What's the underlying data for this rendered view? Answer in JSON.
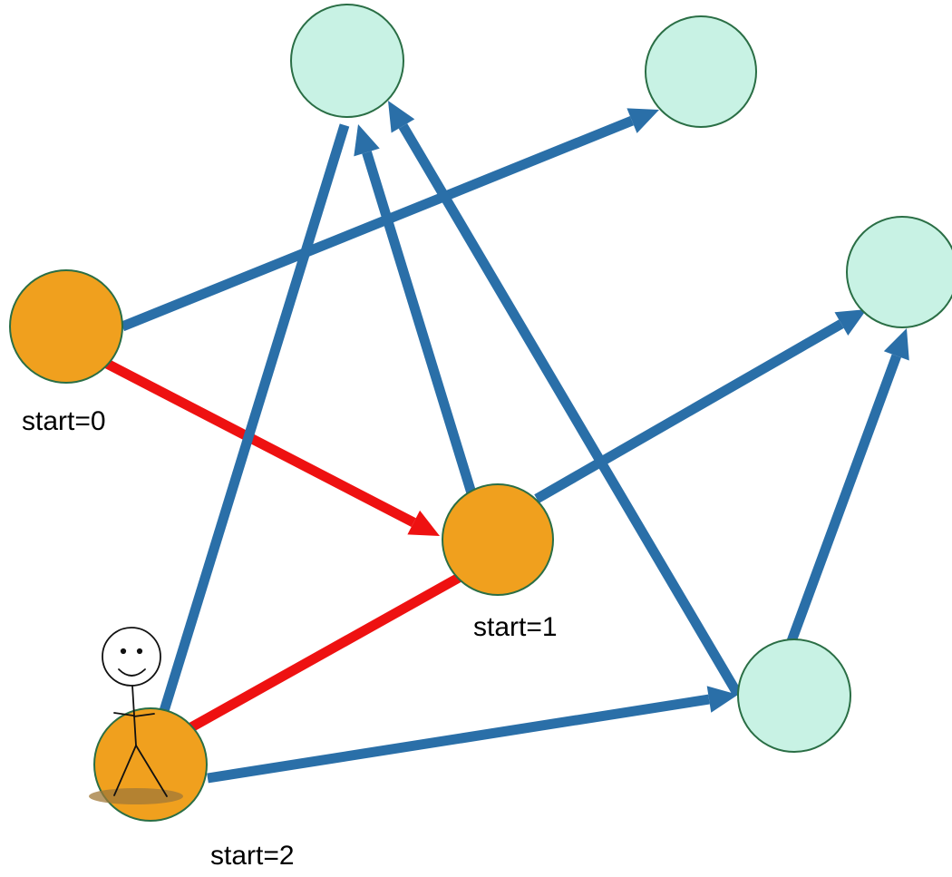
{
  "colors": {
    "visited_node": "#f0a01e",
    "unvisited_node": "#c8f2e4",
    "node_stroke": "#2a6e45",
    "edge_blue": "#2a6fa8",
    "edge_red": "#ee1111",
    "stickman": "#111111",
    "ground_shadow": "#a07838"
  },
  "nodes": [
    {
      "id": "node-start-0",
      "state": "visited",
      "label": "start=0"
    },
    {
      "id": "node-start-1",
      "state": "visited",
      "label": "start=1"
    },
    {
      "id": "node-start-2",
      "state": "visited",
      "label": "start=2"
    },
    {
      "id": "node-top-center",
      "state": "unvisited",
      "label": ""
    },
    {
      "id": "node-top-right",
      "state": "unvisited",
      "label": ""
    },
    {
      "id": "node-mid-right",
      "state": "unvisited",
      "label": ""
    },
    {
      "id": "node-bottom-right",
      "state": "unvisited",
      "label": ""
    }
  ],
  "edges": [
    {
      "id": "edge-0-to-top-right",
      "from": "node-start-0",
      "to": "node-top-right",
      "color": "blue"
    },
    {
      "id": "edge-0-to-1",
      "from": "node-start-0",
      "to": "node-start-1",
      "color": "red"
    },
    {
      "id": "edge-1-to-top-center",
      "from": "node-start-1",
      "to": "node-top-center",
      "color": "blue"
    },
    {
      "id": "edge-1-to-mid-right",
      "from": "node-start-1",
      "to": "node-mid-right",
      "color": "blue"
    },
    {
      "id": "edge-1-to-2",
      "from": "node-start-1",
      "to": "node-start-2",
      "color": "red"
    },
    {
      "id": "edge-top-center-to-2",
      "from": "node-top-center",
      "to": "node-start-2",
      "color": "blue"
    },
    {
      "id": "edge-2-to-bottom-right",
      "from": "node-start-2",
      "to": "node-bottom-right",
      "color": "blue"
    },
    {
      "id": "edge-bottom-right-to-top-center",
      "from": "node-bottom-right",
      "to": "node-top-center",
      "color": "blue"
    },
    {
      "id": "edge-bottom-right-to-mid-right",
      "from": "node-bottom-right",
      "to": "node-mid-right",
      "color": "blue"
    }
  ],
  "labels": {
    "start0": "start=0",
    "start1": "start=1",
    "start2": "start=2"
  },
  "figure": {
    "stickman_at": "node-start-2"
  }
}
